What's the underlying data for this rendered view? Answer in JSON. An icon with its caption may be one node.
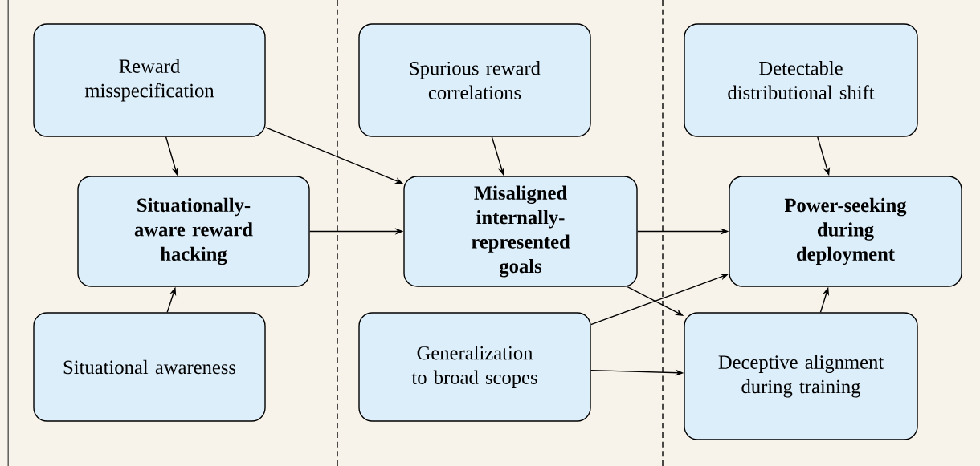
{
  "diagram": {
    "nodes": [
      {
        "text": [
          "Reward misspecification"
        ]
      },
      {
        "text": [
          "Situationally-aware reward hacking"
        ]
      },
      {
        "text": [
          "Situational awareness"
        ]
      },
      {
        "text": [
          "Spurious reward correlations"
        ]
      },
      {
        "text": [
          "Misaligned internally-represented goals"
        ]
      },
      {
        "text": [
          "Generalization to broad scopes"
        ]
      },
      {
        "text": [
          "Detectable distributional shift"
        ]
      },
      {
        "text": [
          "Power-seeking during deployment"
        ]
      },
      {
        "text": [
          "Deceptive alignment during training"
        ]
      }
    ],
    "edges": [
      {
        "from": 0,
        "to": 1,
        "arrow": "to"
      },
      {
        "from": 2,
        "to": 1,
        "arrow": "to"
      },
      {
        "from": 0,
        "to": 4,
        "arrow": "to"
      },
      {
        "from": 1,
        "to": 4,
        "arrow": "to"
      },
      {
        "from": 3,
        "to": 4,
        "arrow": "to"
      },
      {
        "from": 4,
        "to": 8,
        "arrow": "to"
      },
      {
        "from": 4,
        "to": 7,
        "arrow": "to"
      },
      {
        "from": 5,
        "to": 7,
        "arrow": "to"
      },
      {
        "from": 5,
        "to": 8,
        "arrow": "to"
      },
      {
        "from": 6,
        "to": 7,
        "arrow": "to"
      },
      {
        "from": 8,
        "to": 7,
        "arrow": "to"
      }
    ]
  }
}
